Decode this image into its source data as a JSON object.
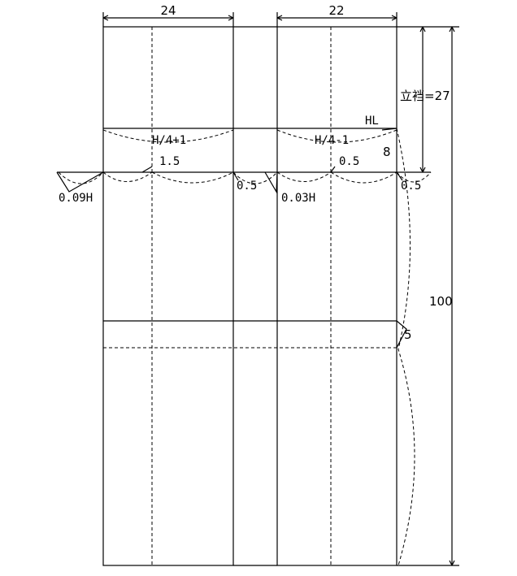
{
  "labels": {
    "front_width": "24",
    "back_width": "22",
    "rise": "立裆=27",
    "total_length": "100",
    "hip_line": "HL",
    "front_hip": "H/4+1",
    "back_hip": "H/4-1",
    "eight": "8",
    "front_crotch_dim": "1.5",
    "back_crotch_dim": "0.5",
    "side_seam_front": "0.5",
    "side_seam_back": "0.5",
    "front_crotch_ext": "0.09H",
    "back_crotch_ext": "0.03H",
    "knee_offset": "5"
  }
}
